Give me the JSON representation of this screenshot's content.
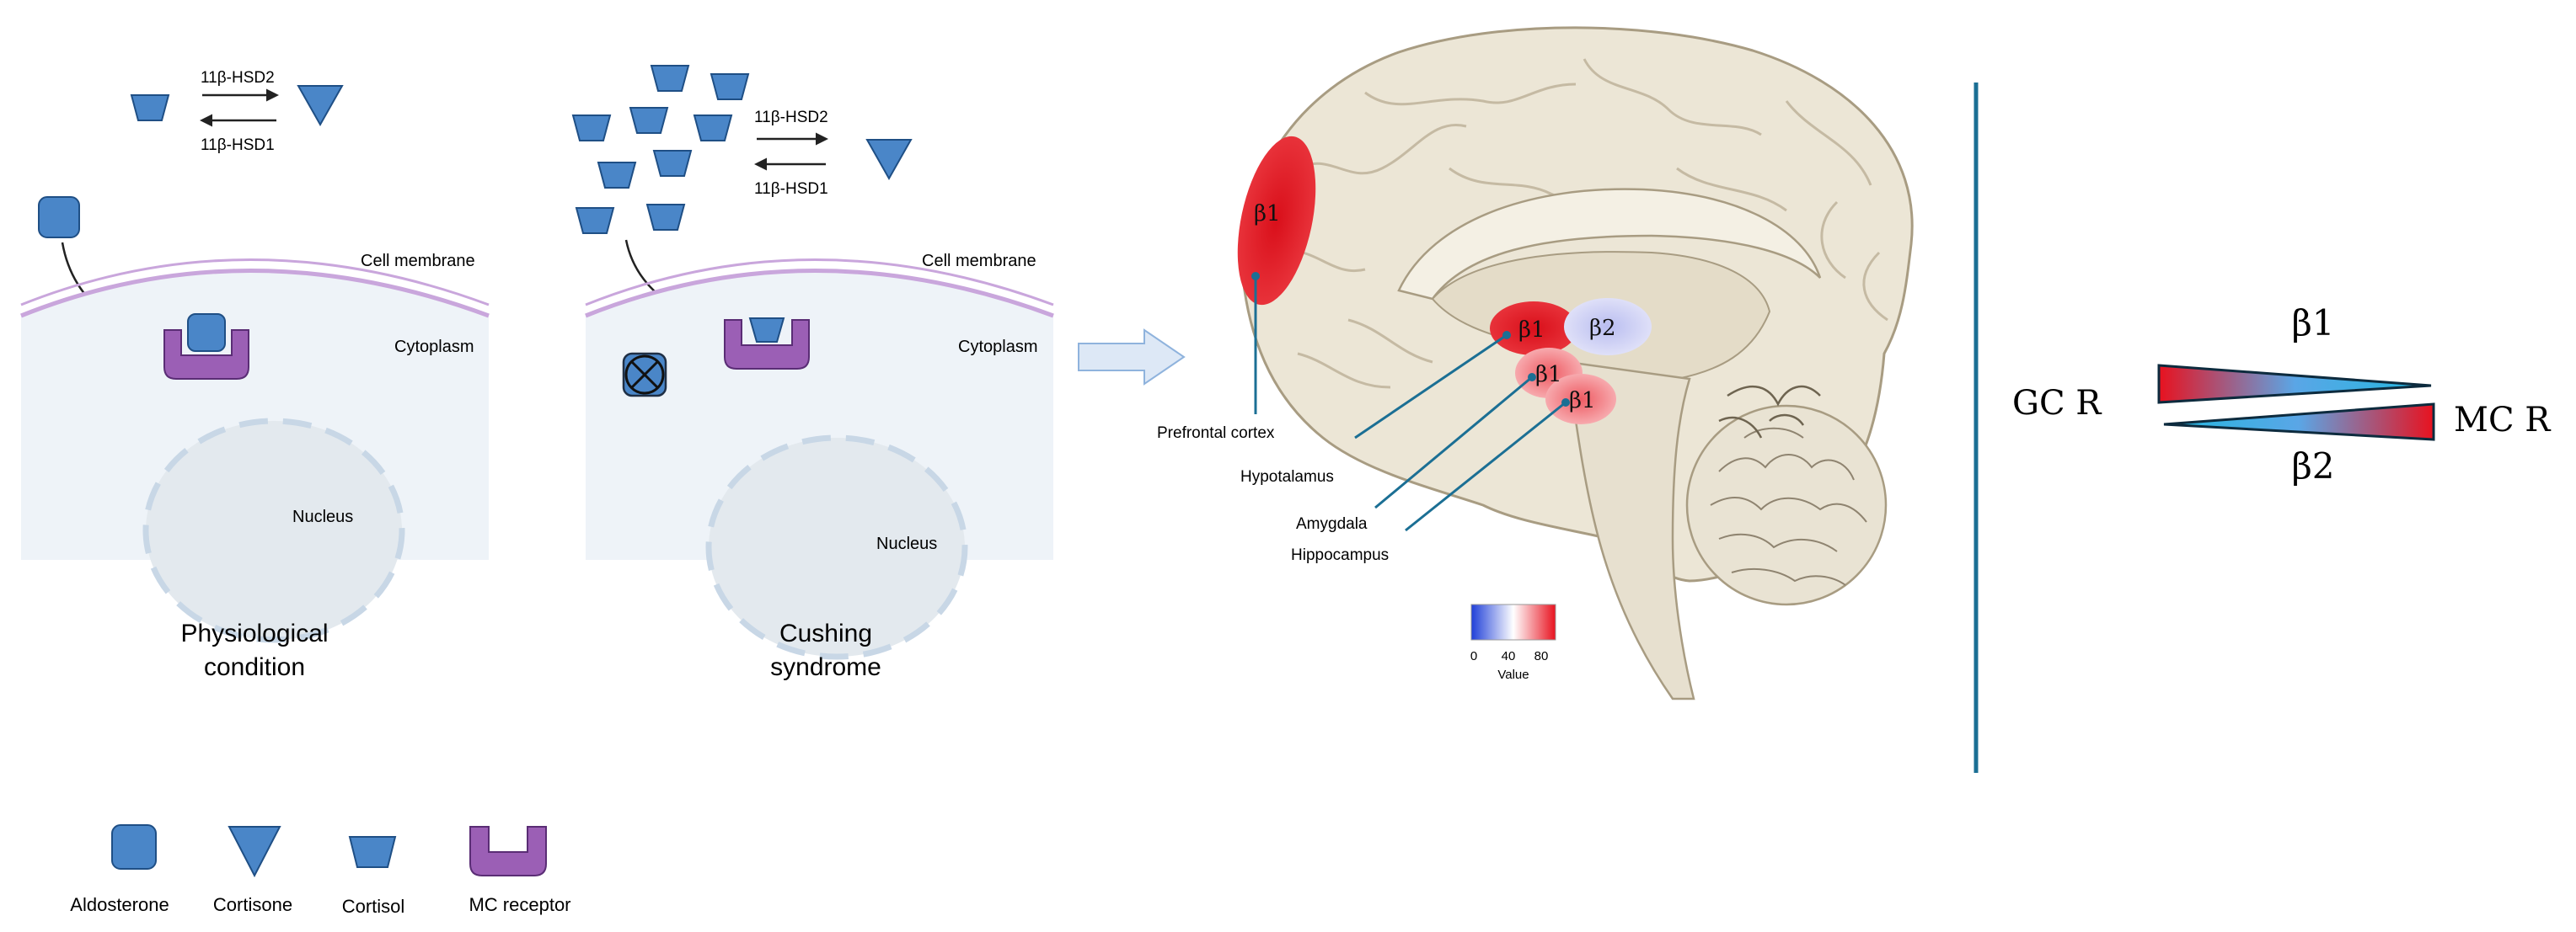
{
  "panel_physiological": {
    "enzyme_top": "11β-HSD2",
    "enzyme_bottom": "11β-HSD1",
    "cell_membrane": "Cell membrane",
    "cytoplasm": "Cytoplasm",
    "nucleus": "Nucleus",
    "caption_line1": "Physiological",
    "caption_line2": "condition"
  },
  "panel_cushing": {
    "enzyme_top": "11β-HSD2",
    "enzyme_bottom": "11β-HSD1",
    "cell_membrane": "Cell membrane",
    "cytoplasm": "Cytoplasm",
    "nucleus": "Nucleus",
    "caption_line1": "Cushing",
    "caption_line2": "syndrome"
  },
  "brain": {
    "regions": [
      {
        "label": "β1",
        "name": "Prefrontal cortex"
      },
      {
        "label": "β1",
        "name": "Hypotalamus"
      },
      {
        "label": "β2",
        "name": ""
      },
      {
        "label": "β1",
        "name": "Amygdala"
      },
      {
        "label": "β1",
        "name": "Hippocampus"
      }
    ],
    "colorbar": {
      "ticks": [
        "0",
        "40",
        "80"
      ],
      "title": "Value",
      "colors": [
        "#1f3fd8",
        "#ffffff",
        "#e8121f"
      ]
    }
  },
  "receptor_balance": {
    "gc_label": "GC R",
    "mc_label": "MC R",
    "top_label": "β1",
    "bottom_label": "β2"
  },
  "legend": {
    "items": [
      {
        "label": "Aldosterone",
        "icon": "rounded-square-icon"
      },
      {
        "label": "Cortisone",
        "icon": "triangle-icon"
      },
      {
        "label": "Cortisol",
        "icon": "trapezoid-icon"
      },
      {
        "label": "MC receptor",
        "icon": "receptor-cup-icon"
      }
    ]
  },
  "colors": {
    "molecule_blue": "#4a86c8",
    "molecule_stroke": "#1f4f85",
    "receptor_purple": "#9b5fb5",
    "membrane_purple": "#c9a6dc",
    "cell_fill": "#eef3f8",
    "brain_fill": "#ece6d6",
    "divider_teal": "#1b6f94",
    "hot_red": "#e8121f",
    "cool_blue": "#1f3fd8"
  }
}
